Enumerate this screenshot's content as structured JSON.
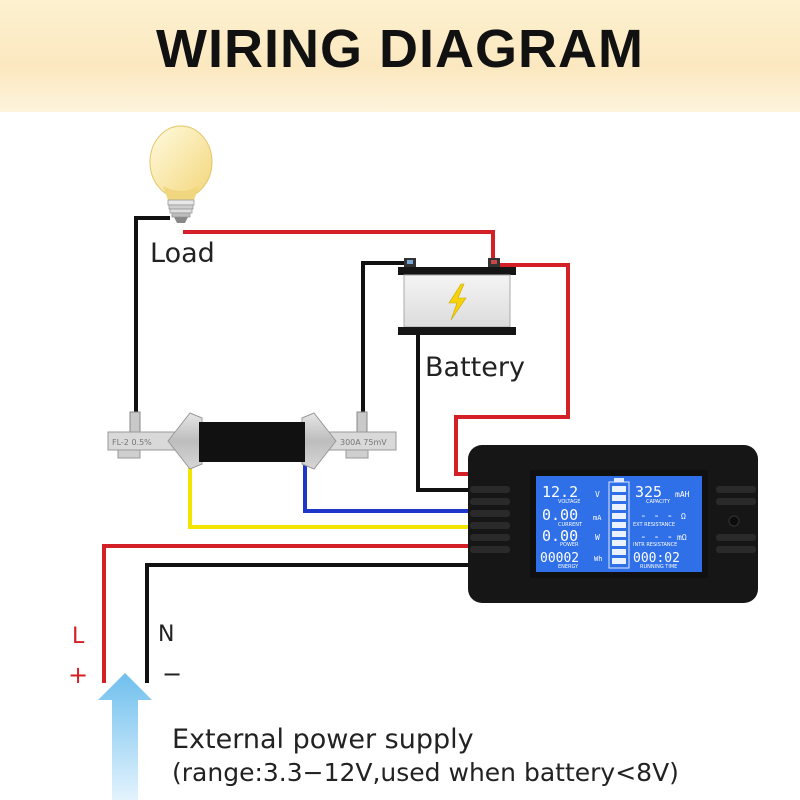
{
  "header": {
    "title": "WIRING DIAGRAM"
  },
  "labels": {
    "load": "Load",
    "battery": "Battery",
    "live_letter": "L",
    "live_sign": "+",
    "neutral_letter": "N",
    "neutral_sign": "−",
    "supply_line1": "External power supply",
    "supply_line2": "(range:3.3−12V,used when battery<8V)"
  },
  "shunt": {
    "left_marking": "FL-2 0.5%",
    "right_marking": "300A 75mV"
  },
  "meter": {
    "voltage": {
      "value": "12.2",
      "unit": "V",
      "caption": "VOLTAGE"
    },
    "capacity": {
      "value": "325",
      "unit": "mAH",
      "caption": "CAPACITY"
    },
    "current": {
      "value": "0.00",
      "unit": "mA",
      "caption": "CURRENT"
    },
    "ext_resistance": {
      "value": "- - -",
      "unit": "Ω",
      "caption": "EXT RESISTANCE"
    },
    "power": {
      "value": "0.00",
      "unit": "W",
      "caption": "POWER"
    },
    "intr_resistance": {
      "value": "- - -",
      "unit": "mΩ",
      "caption": "INTR RESISTANCE"
    },
    "energy": {
      "value": "00002",
      "unit": "Wh",
      "caption": "ENERGY"
    },
    "running_time": {
      "value": "000:02",
      "caption": "RUNNING TIME"
    }
  },
  "colors": {
    "positive_wire": "#d32027",
    "negative_wire": "#111111",
    "yellow_wire": "#f2e600",
    "blue_wire": "#1f37c8",
    "lcd": "#2f6fe8",
    "arrow": "#7fc6f2"
  },
  "icons": {
    "bulb": "light-bulb-icon",
    "battery_bolt": "lightning-bolt-icon",
    "arrow": "arrow-up-icon"
  }
}
